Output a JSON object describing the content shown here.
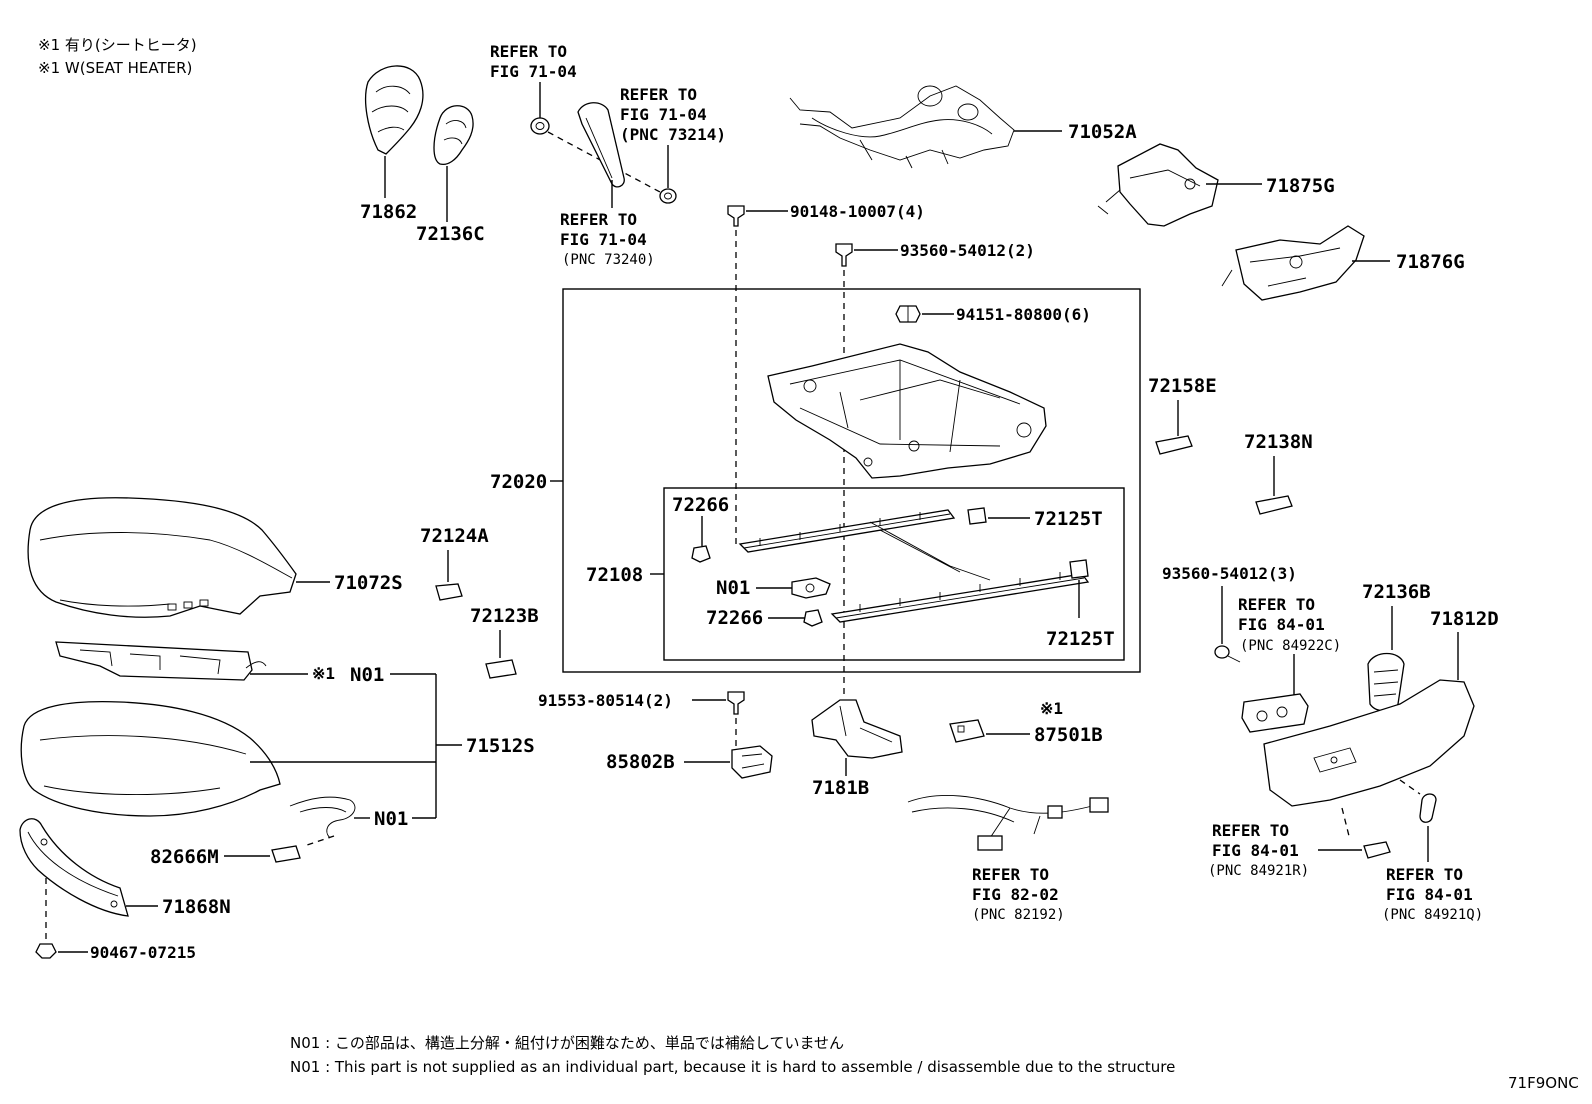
{
  "notes": {
    "note_jp": "※1 有り(シートヒータ)",
    "note_en": "※1 W(SEAT HEATER)",
    "footnote_jp": "N01 : この部品は、構造上分解・組付けが困難なため、単品では補給していません",
    "footnote_en": "N01 : This part is not supplied as an individual part, because it is hard to assemble / disassemble due to the structure",
    "diagram_id": "71F9ONC"
  },
  "refs": {
    "r1": {
      "line1": "REFER TO",
      "line2": "FIG 71-04"
    },
    "r2": {
      "line1": "REFER TO",
      "line2": "FIG 71-04",
      "line3": "(PNC 73214)"
    },
    "r3": {
      "line1": "REFER TO",
      "line2": "FIG 71-04",
      "line3": "(PNC 73240)"
    },
    "r4": {
      "line1": "REFER TO",
      "line2": "FIG 84-01",
      "line3": "(PNC 84922C)"
    },
    "r5": {
      "line1": "REFER TO",
      "line2": "FIG 84-01",
      "line3": "(PNC 84921R)"
    },
    "r6": {
      "line1": "REFER TO",
      "line2": "FIG 84-01",
      "line3": "(PNC 84921Q)"
    },
    "r7": {
      "line1": "REFER TO",
      "line2": "FIG 82-02",
      "line3": "(PNC 82192)"
    }
  },
  "parts": {
    "p71862": "71862",
    "p72136C": "72136C",
    "p71052A": "71052A",
    "p71875G": "71875G",
    "p71876G": "71876G",
    "p90148": "90148-10007(4)",
    "p93560a": "93560-54012(2)",
    "p94151": "94151-80800(6)",
    "p72158E": "72158E",
    "p72138N": "72138N",
    "p72020": "72020",
    "p72266a": "72266",
    "p72266b": "72266",
    "p72108": "72108",
    "pN01a": "N01",
    "p72125Ta": "72125T",
    "p72125Tb": "72125T",
    "p71072S": "71072S",
    "p72124A": "72124A",
    "p72123B": "72123B",
    "pN01b": "N01",
    "pN01c": "N01",
    "p71512S": "71512S",
    "p82666M": "82666M",
    "p71868N": "71868N",
    "p90467": "90467-07215",
    "p91553": "91553-80514(2)",
    "p85802B": "85802B",
    "p7181B": "7181B",
    "p87501B": "87501B",
    "p93560b": "93560-54012(3)",
    "p72136B": "72136B",
    "p71812D": "71812D",
    "mark_a": "※1",
    "mark_b": "※1"
  }
}
